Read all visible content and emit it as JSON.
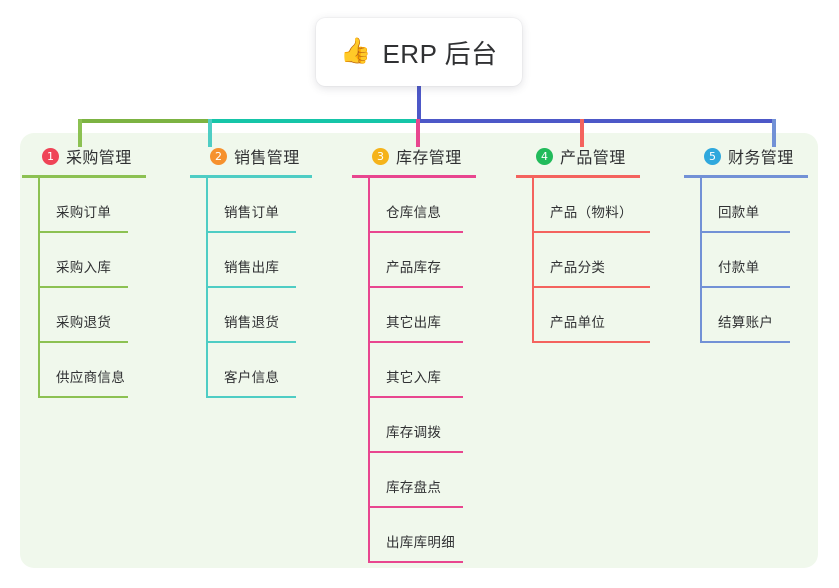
{
  "root": {
    "icon": "thumbs-up-icon",
    "emoji": "👍",
    "title": "ERP 后台"
  },
  "colors": {
    "panel_background": "#f0f8ec",
    "page_background": "#ffffff",
    "root_text": "#303133",
    "bus_left": "#7cb342",
    "bus_middle": "#16c5a8",
    "bus_right": "#4d58c8",
    "root_stem": "#4d58c8"
  },
  "columns": [
    {
      "number": "1",
      "title": "采购管理",
      "badge_color": "#ef4457",
      "line_color": "#8cc152",
      "underline_width": 124,
      "rule_width": 90,
      "items": [
        {
          "label": "采购订单"
        },
        {
          "label": "采购入库"
        },
        {
          "label": "采购退货"
        },
        {
          "label": "供应商信息"
        }
      ]
    },
    {
      "number": "2",
      "title": "销售管理",
      "badge_color": "#f6912e",
      "line_color": "#4ecdc4",
      "underline_width": 122,
      "rule_width": 90,
      "items": [
        {
          "label": "销售订单"
        },
        {
          "label": "销售出库"
        },
        {
          "label": "销售退货"
        },
        {
          "label": "客户信息"
        }
      ]
    },
    {
      "number": "3",
      "title": "库存管理",
      "badge_color": "#f5b31b",
      "line_color": "#e8468f",
      "underline_width": 124,
      "rule_width": 95,
      "items": [
        {
          "label": "仓库信息"
        },
        {
          "label": "产品库存"
        },
        {
          "label": "其它出库"
        },
        {
          "label": "其它入库"
        },
        {
          "label": "库存调拨"
        },
        {
          "label": "库存盘点"
        },
        {
          "label": "出库库明细"
        }
      ]
    },
    {
      "number": "4",
      "title": "产品管理",
      "badge_color": "#22bb5b",
      "line_color": "#f4635e",
      "underline_width": 124,
      "rule_width": 118,
      "items": [
        {
          "label": "产品（物料）"
        },
        {
          "label": "产品分类"
        },
        {
          "label": "产品单位"
        }
      ]
    },
    {
      "number": "5",
      "title": "财务管理",
      "badge_color": "#2fa8dd",
      "line_color": "#7291d6",
      "underline_width": 124,
      "rule_width": 90,
      "items": [
        {
          "label": "回款单"
        },
        {
          "label": "付款单"
        },
        {
          "label": "结算账户"
        }
      ]
    }
  ]
}
